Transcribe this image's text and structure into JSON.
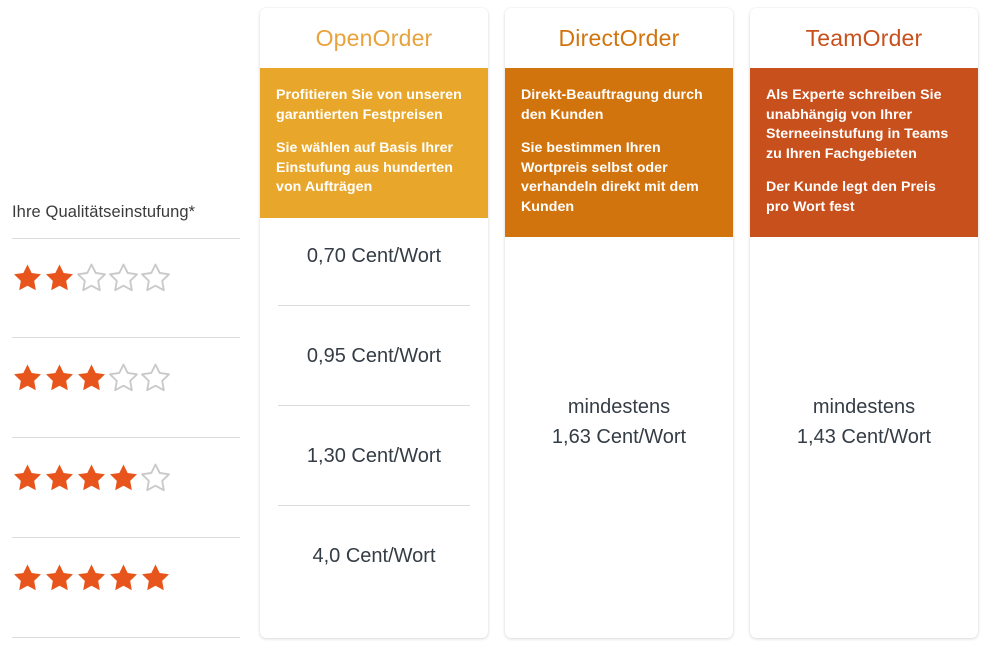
{
  "colors": {
    "star_filled": "#E8551C",
    "star_empty": "#C9C9C9",
    "openorder": "#E8A72B",
    "directorder": "#D2740E",
    "teamorder": "#C8501C",
    "text_dark": "#343c45",
    "divider": "#dcdcdc"
  },
  "rating_column": {
    "title": "Ihre Qualitätseinstufung*",
    "rows": [
      {
        "name": "rating-2-stars",
        "filled": 2,
        "total": 5
      },
      {
        "name": "rating-3-stars",
        "filled": 3,
        "total": 5
      },
      {
        "name": "rating-4-stars",
        "filled": 4,
        "total": 5
      },
      {
        "name": "rating-5-stars",
        "filled": 5,
        "total": 5
      }
    ]
  },
  "plans": [
    {
      "id": "openorder",
      "title": "OpenOrder",
      "title_color": "#E8A33D",
      "banner_color": "#E8A72B",
      "banner_lines": [
        "Profitieren Sie von unseren garantierten Festpreisen",
        "Sie wählen auf Basis Ihrer Einstufung aus hunderten von Aufträgen"
      ],
      "pricing_mode": "tiered",
      "prices": [
        "0,70 Cent/Wort",
        "0,95 Cent/Wort",
        "1,30 Cent/Wort",
        "4,0 Cent/Wort"
      ]
    },
    {
      "id": "directorder",
      "title": "DirectOrder",
      "title_color": "#D2740E",
      "banner_color": "#D2740E",
      "banner_lines": [
        "Direkt-Beauftragung durch den Kunden",
        "Sie bestimmen Ihren Wortpreis selbst oder verhandeln direkt mit dem Kunden"
      ],
      "pricing_mode": "minimum",
      "min_label": "mindestens",
      "min_value": "1,63 Cent/Wort"
    },
    {
      "id": "teamorder",
      "title": "TeamOrder",
      "title_color": "#C8501C",
      "banner_color": "#C8501C",
      "banner_lines": [
        "Als Experte schreiben Sie unabhängig von Ihrer Sterneeinstufung in Teams zu Ihren Fachgebieten",
        "Der Kunde legt den Preis pro Wort fest"
      ],
      "pricing_mode": "minimum",
      "min_label": "mindestens",
      "min_value": "1,43 Cent/Wort"
    }
  ]
}
